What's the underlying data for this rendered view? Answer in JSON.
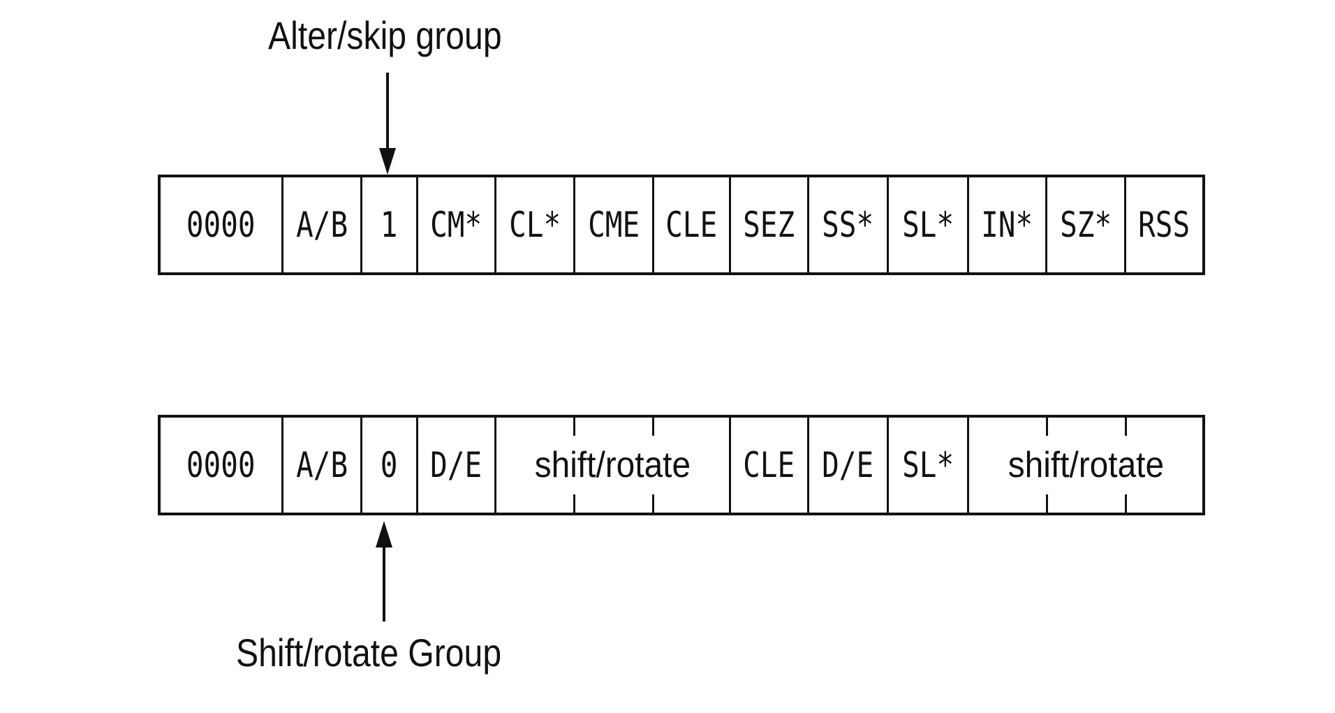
{
  "labels": {
    "top": "Alter/skip group",
    "bottom": "Shift/rotate Group"
  },
  "top_register": {
    "cells": [
      "0000",
      "A/B",
      "1",
      "CM*",
      "CL*",
      "CME",
      "CLE",
      "SEZ",
      "SS*",
      "SL*",
      "IN*",
      "SZ*",
      "RSS"
    ]
  },
  "bottom_register": {
    "cells": [
      "0000",
      "A/B",
      "0",
      "D/E",
      "shift/rotate",
      "CLE",
      "D/E",
      "SL*",
      "shift/rotate"
    ]
  }
}
